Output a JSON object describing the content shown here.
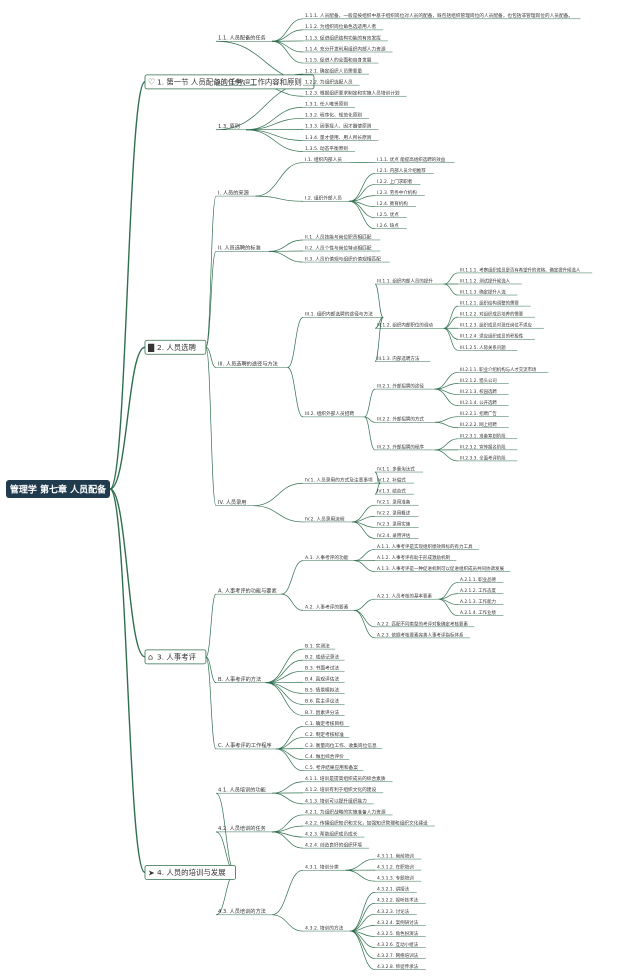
{
  "colors": {
    "line": "#2f6f4e",
    "root_bg": "#1f3b4d",
    "root_text": "#ffffff",
    "text": "#333333",
    "section_border": "#2f6f4e"
  },
  "root": {
    "label": "管理学 第七章 人员配备"
  },
  "sections": [
    {
      "key": "s1",
      "icon": "heart-icon",
      "label": "1. 第一节 人员配备的任务、工作内容和原则",
      "children": [
        {
          "label": "1.1. 人员配备的任务",
          "children": [
            {
              "label": "1.1.1. 人员配备，一般是按组织中基于组织岗位对人员的配备，既包括组织管理岗位的人员配备，也包括非管理岗位的人员配备。",
              "children": []
            },
            {
              "label": "1.1.2. 为组织岗位角色选适用人者",
              "children": []
            },
            {
              "label": "1.1.3. 促进组织结构功能的有效发挥",
              "children": []
            },
            {
              "label": "1.1.4. 充分开发利用组织内部人力资源",
              "children": []
            },
            {
              "label": "1.1.5. 促进人的全面和自身发展",
              "children": []
            }
          ]
        },
        {
          "label": "1.2. 工作内容",
          "children": [
            {
              "label": "1.2.1. 确定组织人员需要量",
              "children": []
            },
            {
              "label": "1.2.2. 为组织选配人员",
              "children": []
            },
            {
              "label": "1.2.3. 根据组织要求制定和实施人员培训计划",
              "children": []
            }
          ]
        },
        {
          "label": "1.3. 原则",
          "children": [
            {
              "label": "1.3.1. 任人唯贤原则",
              "children": []
            },
            {
              "label": "1.3.2. 程序化、规范化原则",
              "children": []
            },
            {
              "label": "1.3.3. 因事择人、因才器使原则",
              "children": []
            },
            {
              "label": "1.3.4. 量才使用、用人所长原则",
              "children": []
            },
            {
              "label": "1.3.5. 动态平衡原则",
              "children": []
            }
          ]
        }
      ]
    },
    {
      "key": "s2",
      "icon": "book-icon",
      "label": "2. 人员选聘",
      "children": [
        {
          "label": "I. 人员的来源",
          "children": [
            {
              "label": "I.1. 组织内部人员",
              "children": [
                {
                  "label": "I.1.1. 优点 能提高组织选聘的效益",
                  "children": []
                }
              ]
            },
            {
              "label": "I.2. 组织外部人员",
              "children": [
                {
                  "label": "I.2.1. 内部人员介绍推荐",
                  "children": []
                },
                {
                  "label": "I.2.2. 上门求职者",
                  "children": []
                },
                {
                  "label": "I.2.3. 劳务中介机构",
                  "children": []
                },
                {
                  "label": "I.2.4. 教育机构",
                  "children": []
                },
                {
                  "label": "I.2.5. 优点",
                  "children": []
                },
                {
                  "label": "I.2.6. 缺点",
                  "children": []
                }
              ]
            }
          ]
        },
        {
          "label": "II. 人员选聘的标准",
          "children": [
            {
              "label": "II.1. 人员技能与岗位职责相匹配",
              "children": []
            },
            {
              "label": "II.2. 人员个性与岗位特点相匹配",
              "children": []
            },
            {
              "label": "II.3. 人员价值观与组织价值观相匹配",
              "children": []
            }
          ]
        },
        {
          "label": "III. 人员选聘的途径与方法",
          "children": [
            {
              "label": "III.1. 组织内部选聘的途径与方法",
              "children": [
                {
                  "label": "III.1.1. 组织内部人员的提升",
                  "children": [
                    {
                      "label": "III.1.1.1. 考察组织成员是否有希望升的资格、确定提升候选人",
                      "children": []
                    },
                    {
                      "label": "III.1.1.2. 测试提升候选人",
                      "children": []
                    },
                    {
                      "label": "III.1.1.3. 确定提升人选",
                      "children": []
                    }
                  ]
                },
                {
                  "label": "III.1.2. 组织内部职位的调动",
                  "children": [
                    {
                      "label": "III.1.2.1. 组织结构调整的需要",
                      "children": []
                    },
                    {
                      "label": "III.1.2.2. 对组织成员培养的需要",
                      "children": []
                    },
                    {
                      "label": "III.1.2.3. 组织成员对现任岗位不适应",
                      "children": []
                    },
                    {
                      "label": "III.1.2.4. 适应组织成员的积极性",
                      "children": []
                    },
                    {
                      "label": "III.1.2.5. 人际关系问题",
                      "children": []
                    }
                  ]
                },
                {
                  "label": "III.1.3. 内部选聘方法",
                  "children": []
                }
              ]
            },
            {
              "label": "III.2. 组织外部人员招聘",
              "children": [
                {
                  "label": "III.2.1. 外部招聘的途径",
                  "children": [
                    {
                      "label": "III.2.1.1. 职业介绍机构与人才交流市场",
                      "children": []
                    },
                    {
                      "label": "III.2.1.2. 猎头公司",
                      "children": []
                    },
                    {
                      "label": "III.2.1.3. 校园选聘",
                      "children": []
                    },
                    {
                      "label": "III.2.1.4. 公开选聘",
                      "children": []
                    }
                  ]
                },
                {
                  "label": "III.2.2. 外部招聘的方式",
                  "children": [
                    {
                      "label": "III.2.2.1. 招聘广告",
                      "children": []
                    },
                    {
                      "label": "III.2.2.2. 网上招聘",
                      "children": []
                    }
                  ]
                },
                {
                  "label": "III.2.3. 外部招聘的程序",
                  "children": [
                    {
                      "label": "III.2.3.1. 准备筹划阶段",
                      "children": []
                    },
                    {
                      "label": "III.2.3.2. 宣传报名阶段",
                      "children": []
                    },
                    {
                      "label": "III.2.3.3. 全面考评阶段",
                      "children": []
                    }
                  ]
                }
              ]
            }
          ]
        },
        {
          "label": "IV. 人员录用",
          "children": [
            {
              "label": "IV.1. 人员录用的方式及注意事项",
              "children": [
                {
                  "label": "IV.1.1. 多重淘汰式",
                  "children": []
                },
                {
                  "label": "IV.1.2. 补偿式",
                  "children": []
                },
                {
                  "label": "IV.1.3. 结合式",
                  "children": []
                }
              ]
            },
            {
              "label": "IV.2. 人员录用流程",
              "children": [
                {
                  "label": "IV.2.1. 录用准备",
                  "children": []
                },
                {
                  "label": "IV.2.2. 录用概述",
                  "children": []
                },
                {
                  "label": "IV.2.3. 录用实施",
                  "children": []
                },
                {
                  "label": "IV.2.4. 录用评估",
                  "children": []
                }
              ]
            }
          ]
        }
      ]
    },
    {
      "key": "s3",
      "icon": "home-icon",
      "label": "3. 人事考评",
      "children": [
        {
          "label": "A. 人事考评的功能与要素",
          "children": [
            {
              "label": "A.1. 人事考评的功能",
              "children": [
                {
                  "label": "A.1.1. 人事考评是实现组织绩效目标的有力工具",
                  "children": []
                },
                {
                  "label": "A.1.2. 人事考评有助于形成激励机制",
                  "children": []
                },
                {
                  "label": "A.1.3. 人事考评是一种促进机制可以促进组织成员共同协调发展",
                  "children": []
                }
              ]
            },
            {
              "label": "A.2. 人事考评的要素",
              "children": [
                {
                  "label": "A.2.1. 人员考核的基本要素",
                  "children": [
                    {
                      "label": "A.2.1.1. 职业品德",
                      "children": []
                    },
                    {
                      "label": "A.2.1.2. 工作态度",
                      "children": []
                    },
                    {
                      "label": "A.2.1.3. 工作能力",
                      "children": []
                    },
                    {
                      "label": "A.2.1.4. 工作业绩",
                      "children": []
                    }
                  ]
                },
                {
                  "label": "A.2.2. 匹配不同类型的考评对象确定考核要素",
                  "children": []
                },
                {
                  "label": "A.2.3. 依据考核要素完善人事考评指标体系",
                  "children": []
                }
              ]
            }
          ]
        },
        {
          "label": "B. 人事考评的方法",
          "children": [
            {
              "label": "B.1. 实测法",
              "children": []
            },
            {
              "label": "B.2. 成绩记录法",
              "children": []
            },
            {
              "label": "B.3. 书面考试法",
              "children": []
            },
            {
              "label": "B.4. 直观评估法",
              "children": []
            },
            {
              "label": "B.5. 情景模拟法",
              "children": []
            },
            {
              "label": "B.6. 民主评议法",
              "children": []
            },
            {
              "label": "B.7. 因素评分法",
              "children": []
            }
          ]
        },
        {
          "label": "C. 人事考评的工作程序",
          "children": [
            {
              "label": "C.1. 确定考核目标",
              "children": []
            },
            {
              "label": "C.2. 制定考核标准",
              "children": []
            },
            {
              "label": "C.3. 衡量岗位工作、收集岗位信息",
              "children": []
            },
            {
              "label": "C.4. 做出综合评价",
              "children": []
            },
            {
              "label": "C.5. 考评结果应用和备案",
              "children": []
            }
          ]
        }
      ]
    },
    {
      "key": "s4",
      "icon": "send-icon",
      "label": "4. 人员的培训与发展",
      "children": [
        {
          "label": "4.1. 人员培训的功能",
          "children": [
            {
              "label": "4.1.1. 培训是提高组织成员的综合素质",
              "children": []
            },
            {
              "label": "4.1.2. 培训有利于组织文化的建设",
              "children": []
            },
            {
              "label": "4.1.3. 培训可以提升组织能力",
              "children": []
            }
          ]
        },
        {
          "label": "4.2. 人员培训的任务",
          "children": [
            {
              "label": "4.2.1. 为组织战略的实施准备人力资源",
              "children": []
            },
            {
              "label": "4.2.2. 传播组织知识和文化，加强知识管理和组织文化建设",
              "children": []
            },
            {
              "label": "4.2.3. 帮助组织成员成长",
              "children": []
            },
            {
              "label": "4.2.4. 创造良好的组织环境",
              "children": []
            }
          ]
        },
        {
          "label": "4.3. 人员培训的方法",
          "children": [
            {
              "label": "4.3.1. 培训分类",
              "children": [
                {
                  "label": "4.3.1.1. 岗前培训",
                  "children": []
                },
                {
                  "label": "4.3.1.2. 在职培训",
                  "children": []
                },
                {
                  "label": "4.3.1.3. 专题培训",
                  "children": []
                }
              ]
            },
            {
              "label": "4.3.2. 培训的方法",
              "children": [
                {
                  "label": "4.3.2.1. 讲授法",
                  "children": []
                },
                {
                  "label": "4.3.2.2. 视听技术法",
                  "children": []
                },
                {
                  "label": "4.3.2.3. 讨论法",
                  "children": []
                },
                {
                  "label": "4.3.2.4. 案例研讨法",
                  "children": []
                },
                {
                  "label": "4.3.2.5. 角色扮演法",
                  "children": []
                },
                {
                  "label": "4.3.2.6. 互动小组法",
                  "children": []
                },
                {
                  "label": "4.3.2.7. 网络培训法",
                  "children": []
                },
                {
                  "label": "4.3.2.8. 师徒传承法",
                  "children": []
                }
              ]
            }
          ]
        }
      ]
    }
  ]
}
